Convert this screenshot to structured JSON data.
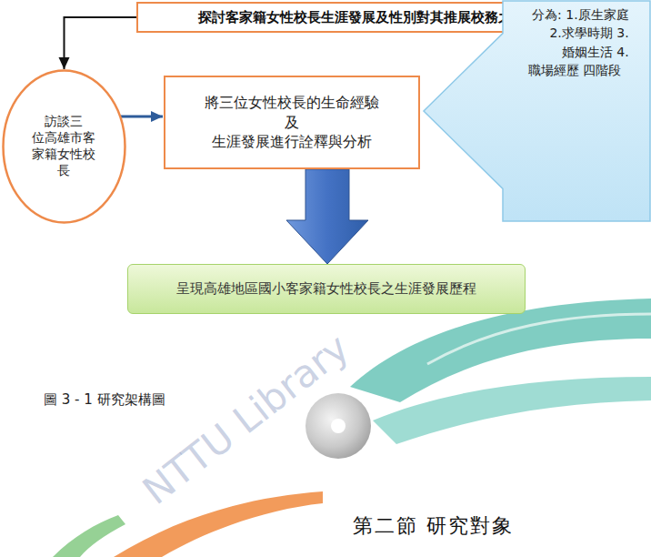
{
  "diagram": {
    "caption": "圖 3 - 1 研究架構圖",
    "nodes": [
      {
        "text": [
          "探討客家籍女性校長生涯發展及性別對其推展校務之影響"
        ]
      },
      {
        "text": [
          "訪談三 位高雄市客 家籍女性校 長"
        ]
      },
      {
        "text": [
          "將三位女性校長的生命經驗 及 生涯發展進行詮釋與分析"
        ]
      },
      {
        "text": [
          "分為: 1.原生家庭 2.求學時期 3.婚姻生活 4.職場經歷 四階段"
        ]
      },
      {
        "text": [
          "呈現高雄地區國小客家籍女性校長之生涯發展歷程"
        ]
      }
    ],
    "edges": [
      {
        "from": 0,
        "to": 1,
        "arrow": "to"
      },
      {
        "from": 1,
        "to": 2,
        "arrow": "to"
      },
      {
        "from": 2,
        "to": 4,
        "arrow": "to"
      }
    ],
    "labels": [
      "第二節 研究對象",
      "NTTU Library"
    ]
  }
}
